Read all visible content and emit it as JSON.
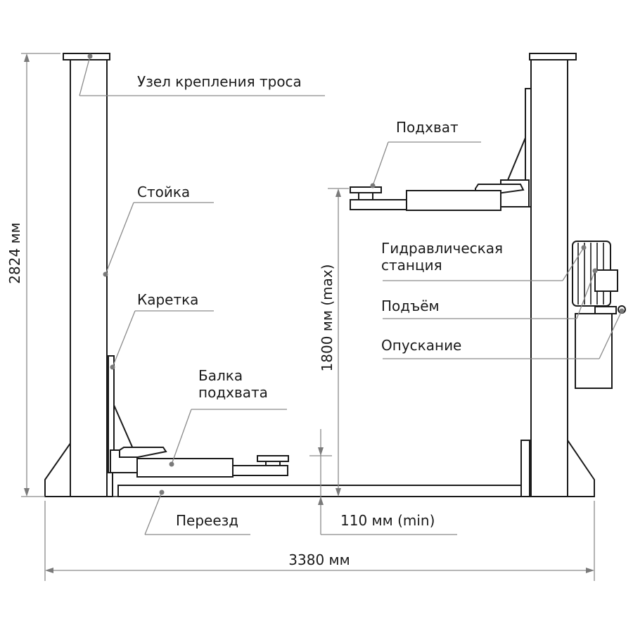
{
  "labels": {
    "cable_mount": "Узел крепления троса",
    "column": "Стойка",
    "carriage": "Каретка",
    "arm_beam_l1": "Балка",
    "arm_beam_l2": "подхвата",
    "lift_pad": "Подхват",
    "hydraulic_l1": "Гидравлическая",
    "hydraulic_l2": "станция",
    "lift": "Подъём",
    "lower": "Опускание",
    "crossover": "Переезд"
  },
  "dimensions": {
    "height_total": "2824 мм",
    "width_total": "3380 мм",
    "lift_max": "1800 мм (max)",
    "lift_min": "110 мм (min)"
  },
  "colors": {
    "line": "#1a1a1a",
    "leader": "#8a8a8a",
    "dot": "#7a7a7a"
  }
}
